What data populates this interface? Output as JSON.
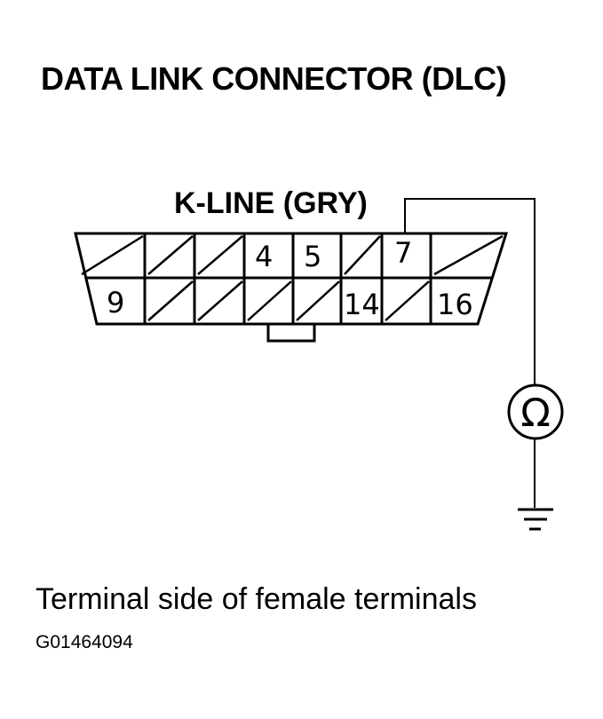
{
  "title": "DATA LINK CONNECTOR (DLC)",
  "wire_label": "K-LINE (GRY)",
  "connector": {
    "top_row_pins": [
      "",
      "",
      "",
      "4",
      "5",
      "",
      "7",
      ""
    ],
    "bottom_row_pins": [
      "9",
      "",
      "",
      "",
      "",
      "14",
      "",
      "16"
    ]
  },
  "meter_symbol": "Ω",
  "caption": "Terminal side of female terminals",
  "figure_id": "G01464094"
}
